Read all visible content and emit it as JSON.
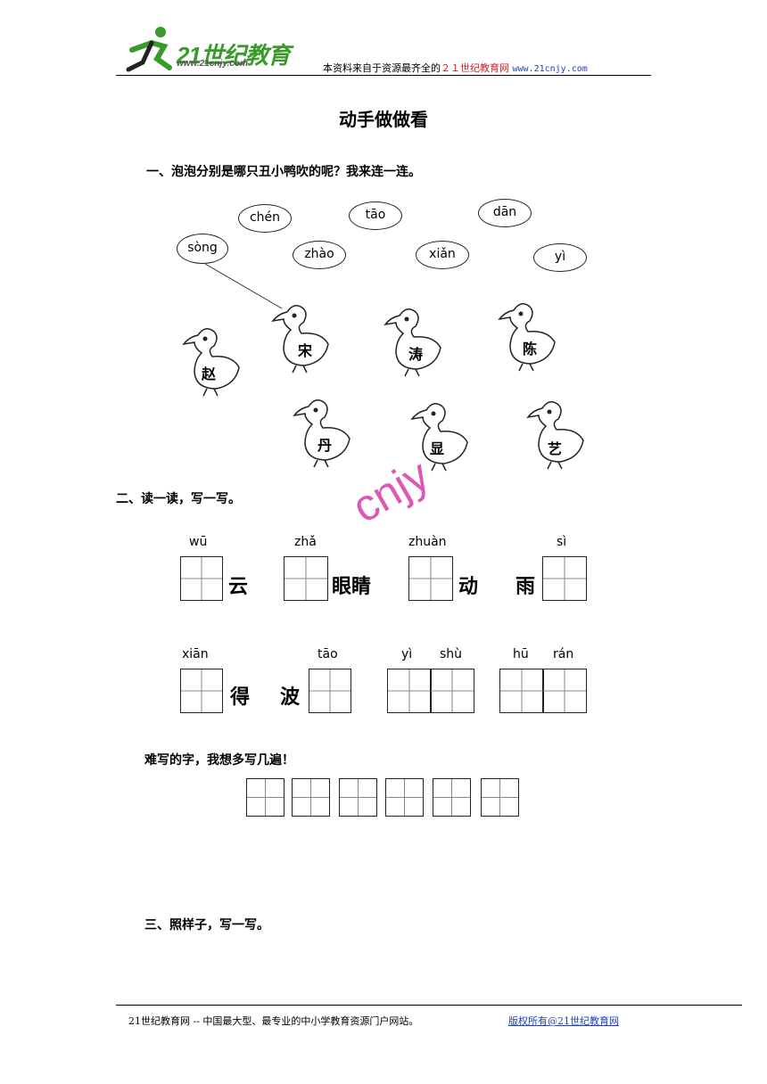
{
  "header": {
    "logo_text": "21世纪教育",
    "logo_url": "www.21cnjy.com",
    "note_prefix": "本资料来自于资源最齐全的",
    "note_brand": "２１世纪教育网",
    "note_url": "www.21cnjy.com"
  },
  "title": "动手做做看",
  "section1": {
    "heading": "一、泡泡分别是哪只丑小鸭吹的呢？我来连一连。",
    "bubbles": [
      "chén",
      "tāo",
      "dān",
      "sòng",
      "zhào",
      "xiǎn",
      "yì"
    ],
    "ducks": [
      "宋",
      "涛",
      "陈",
      "赵",
      "丹",
      "显",
      "艺"
    ]
  },
  "section2": {
    "heading": "二、读一读，写一写。",
    "row1_pinyin": [
      "wū",
      "zhǎ",
      "zhuàn",
      "sì"
    ],
    "row1_chars": [
      "云",
      "眼睛",
      "动",
      "雨"
    ],
    "row2_pinyin": [
      "xiān",
      "tāo",
      "yì",
      "shù",
      "hū",
      "rán"
    ],
    "row2_chars": [
      "得",
      "波"
    ],
    "practice_label": "难写的字，我想多写几遍！"
  },
  "section3": {
    "heading": "三、照样子，写一写。"
  },
  "watermark": "cnjy",
  "footer": {
    "left": "21世纪教育网 -- 中国最大型、最专业的中小学教育资源门户网站。",
    "right": "版权所有@21世纪教育网"
  }
}
